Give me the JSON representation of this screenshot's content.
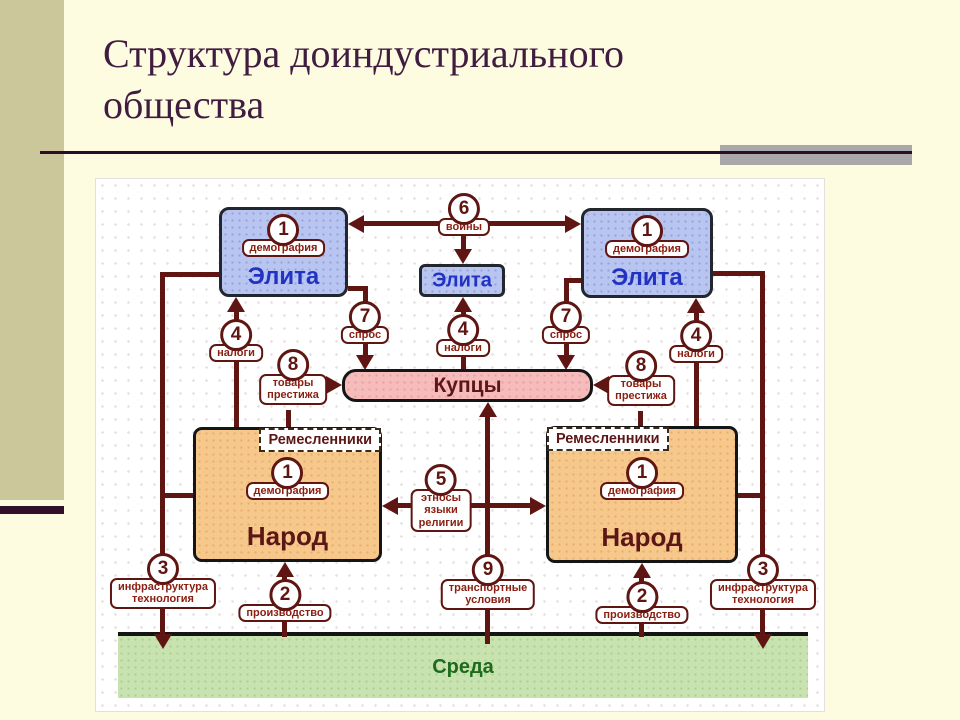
{
  "slide": {
    "title": "Структура доиндустриального\nобщества"
  },
  "diagram": {
    "boxes": {
      "elite": "Элита",
      "merchants": "Купцы",
      "people": "Народ",
      "craftsmen": "Ремесленники",
      "environment": "Среда"
    },
    "nodes": {
      "demography": {
        "num": "1",
        "label": "демография"
      },
      "production": {
        "num": "2",
        "label": "производство"
      },
      "infrastructure": {
        "num": "3",
        "label": "инфраструктура\nтехнология"
      },
      "taxes": {
        "num": "4",
        "label": "налоги"
      },
      "ethnos": {
        "num": "5",
        "label": "этносы\nязыки\nрелигии"
      },
      "wars": {
        "num": "6",
        "label": "войны"
      },
      "demand": {
        "num": "7",
        "label": "спрос"
      },
      "prestige": {
        "num": "8",
        "label": "товары\nпрестижа"
      },
      "transport": {
        "num": "9",
        "label": "транспортные\nусловия"
      }
    },
    "colors": {
      "slide_background": "#FDFBE0",
      "sidebar": "#CBC79A",
      "title_text": "#401D40",
      "gray_bar": "#A8A8A8",
      "arrow_maroon": "#5F1612",
      "elite_fill": "#B9C5F1",
      "elite_text": "#2233C4",
      "people_fill": "#F6C88C",
      "merchants_fill": "#F6BCBC",
      "environment_fill": "#C8E2B0",
      "environment_text": "#1E6B1E"
    }
  }
}
